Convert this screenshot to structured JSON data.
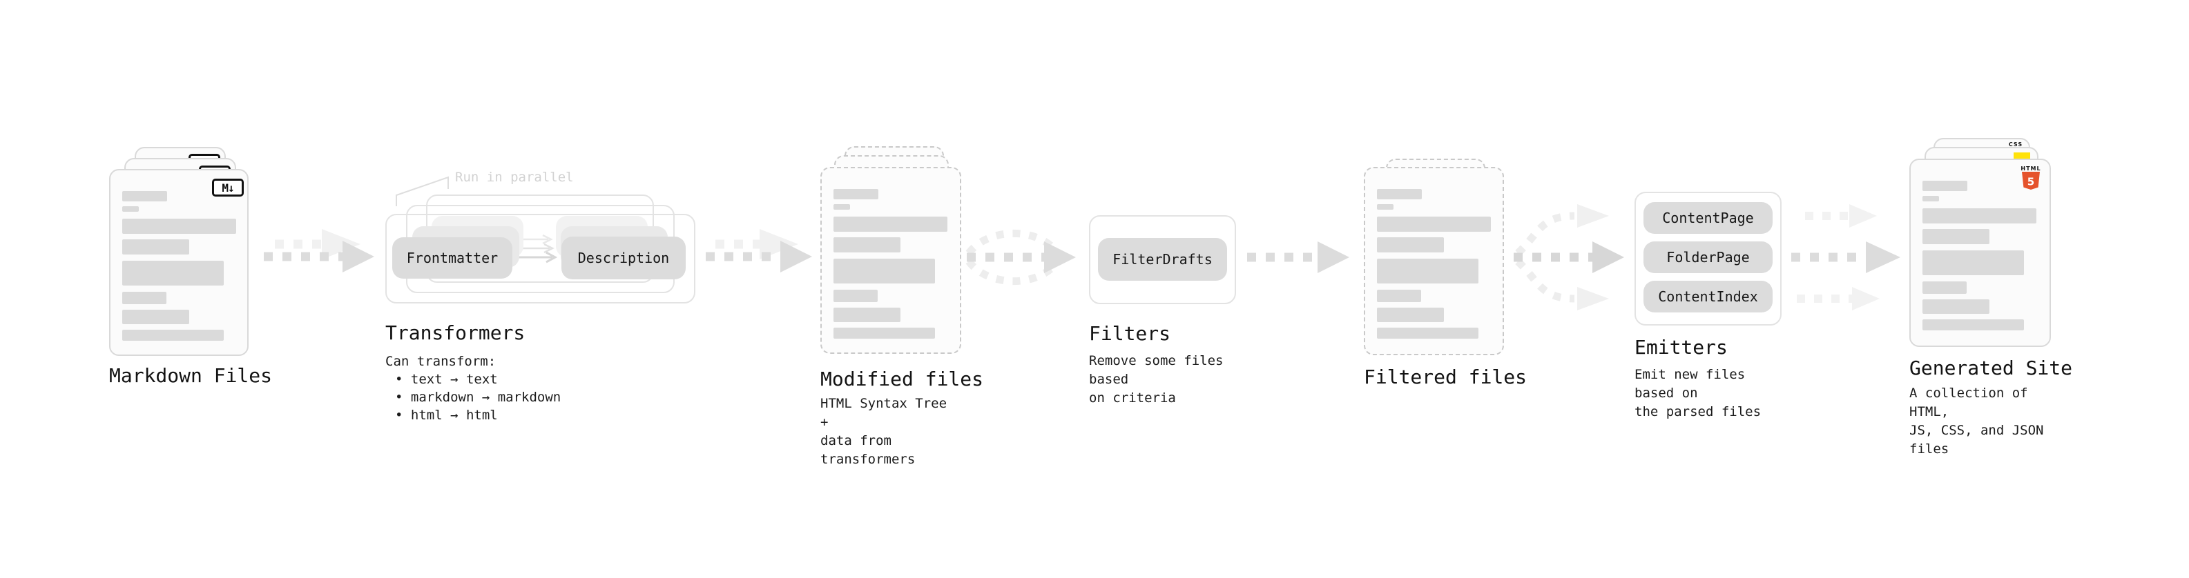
{
  "diagram": {
    "stages": {
      "markdown": {
        "title": "Markdown Files",
        "file_badge": "M↓"
      },
      "transformers": {
        "note": "Run in parallel",
        "pill_left": "Frontmatter",
        "pill_right": "Description",
        "title": "Transformers",
        "desc_heading": "Can transform:",
        "bullets": [
          "• text → text",
          "• markdown → markdown",
          "• html → html"
        ]
      },
      "modified": {
        "title": "Modified files",
        "subtitle": "HTML Syntax Tree +\ndata from transformers"
      },
      "filters": {
        "pill": "FilterDrafts",
        "title": "Filters",
        "subtitle": "Remove some files based\non criteria"
      },
      "filtered": {
        "title": "Filtered files"
      },
      "emitters": {
        "pills": [
          "ContentPage",
          "FolderPage",
          "ContentIndex"
        ],
        "title": "Emitters",
        "subtitle": "Emit new files based on\nthe parsed files"
      },
      "generated": {
        "title": "Generated Site",
        "subtitle": "A collection of HTML,\nJS, CSS, and JSON files",
        "badge_html_label": "HTML",
        "badge_html_number": "5",
        "badge_css": "CSS"
      }
    },
    "colors": {
      "html5_orange": "#e5532c",
      "js_yellow": "#ffe20a",
      "css_blue": "#2d68f5",
      "arrow_gray": "#dcdcdc",
      "arrow_light": "#f1f1f1"
    }
  }
}
